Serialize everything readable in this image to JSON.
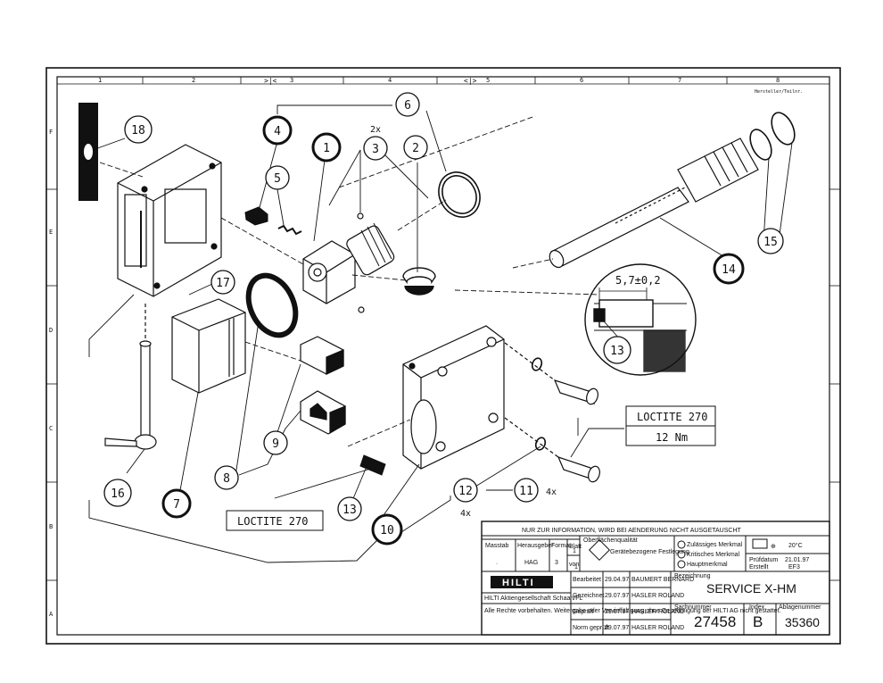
{
  "ruler": {
    "cols": [
      "1",
      "2",
      "3",
      "4",
      "5",
      "6",
      "7",
      "8"
    ],
    "rows": [
      "F",
      "E",
      "D",
      "C",
      "B",
      "A"
    ],
    "top_mark": "Hersteller/Teilnr.",
    "arrows": [
      ">|<",
      "<|>"
    ]
  },
  "callouts": {
    "c1": "1",
    "c2": "2",
    "c3": "3",
    "c3_qty": "2x",
    "c4": "4",
    "c5": "5",
    "c6": "6",
    "c7": "7",
    "c8": "8",
    "c9": "9",
    "c10": "10",
    "c11": "11",
    "c11_qty": "4x",
    "c12": "12",
    "c12_qty": "4x",
    "c13a": "13",
    "c13b": "13",
    "c14": "14",
    "c15": "15",
    "c16": "16",
    "c17": "17",
    "c18": "18"
  },
  "dimension": "5,7±0,2",
  "note_loctite_right": "LOCTITE 270",
  "note_torque": "12 Nm",
  "note_loctite_left": "LOCTITE 270",
  "title_block": {
    "banner": "NUR ZUR INFORMATION, WIRD BEI AENDERUNG NICHT AUSGETAUSCHT",
    "massstab_label": "Masstab",
    "massstab_value": ".",
    "herausgeber_label": "Herausgeber",
    "herausgeber_value": "HAG",
    "format_label": "Format",
    "format_value": "3",
    "blatt_label": "Blatt",
    "blatt_value": "1",
    "von_label": "von",
    "von_value": "1",
    "blatt2_label": "Blatt",
    "oberflaeche_label": "Oberflächenqualität",
    "kanten_label": "Gerätebezogene Festlegung",
    "legend1": "Zulässiges Merkmal",
    "legend2": "Kritisches Merkmal",
    "legend3": "Hauptmerkmal",
    "proj_symbol": "⊕",
    "angle": "20°C",
    "pruefdatum_label": "Prüfdatum",
    "pruefdatum_value": "21.01.97",
    "erstellt_label": "Erstellt",
    "erstellt_value": "EF3",
    "brand": "HILTI",
    "company": "HILTI Aktiengesellschaft Schaan/FL",
    "disclaimer": "Alle Rechte vorbehalten. Weitergabe oder Vervielfältigung ohne Genehmigung der HILTI AG nicht gestattet.",
    "rows": [
      {
        "label": "Bearbeitet",
        "date": "29.04.97",
        "name": "BAUMERT BERNARD"
      },
      {
        "label": "Gezeichnet",
        "date": "29.07.97",
        "name": "HASLER ROLAND"
      },
      {
        "label": "Geprüft",
        "date": "29.07.97",
        "name": "HASLER ROLAND"
      },
      {
        "label": "Norm geprüft",
        "date": "29.07.97",
        "name": "HASLER ROLAND"
      }
    ],
    "bezeichnung_label": "Bezeichnung",
    "title": "SERVICE X-HM",
    "sachnummer_label": "Sachnummer",
    "sachnummer": "27458",
    "index_label": "Index",
    "index": "B",
    "ablage_label": "Ablagenummer",
    "ablage": "35360"
  }
}
